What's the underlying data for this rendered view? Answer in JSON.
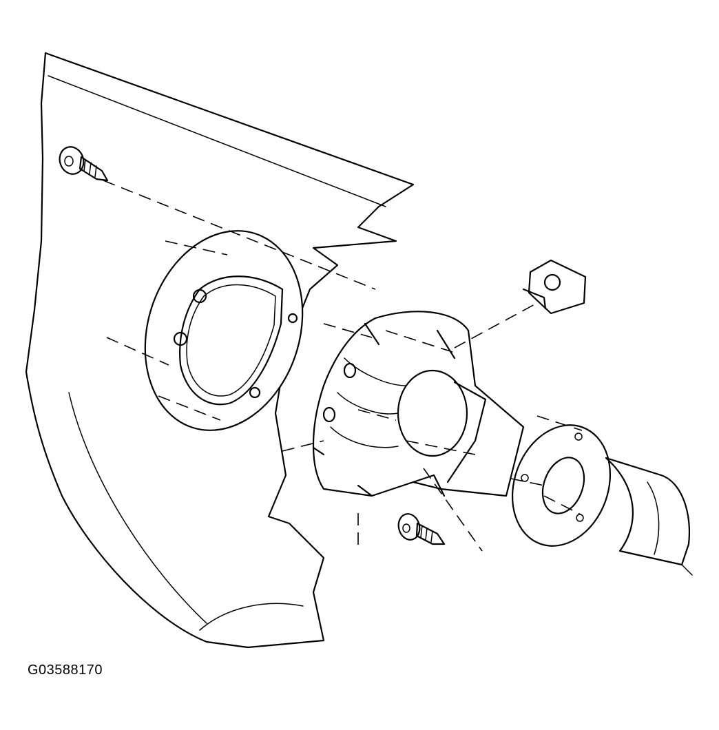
{
  "figure": {
    "id": "G03588170"
  },
  "parts": [
    {
      "name": "body-panel"
    },
    {
      "name": "mounting-ring"
    },
    {
      "name": "fuel-filler-pocket"
    },
    {
      "name": "filler-neck-flange"
    },
    {
      "name": "filler-pipe"
    },
    {
      "name": "upper-screw"
    },
    {
      "name": "lower-screw"
    },
    {
      "name": "speed-nut"
    }
  ]
}
